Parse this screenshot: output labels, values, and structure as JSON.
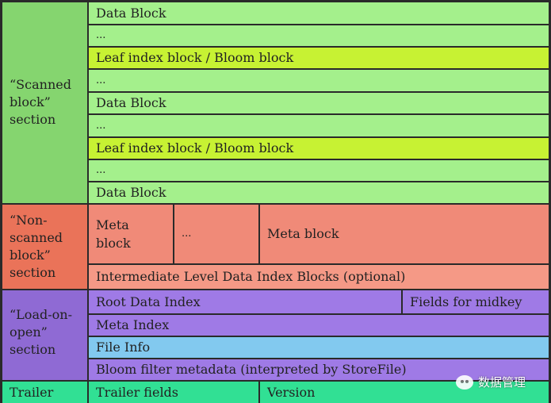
{
  "sections": {
    "scanned_label": "“Scanned\nblock”\nsection",
    "nonscanned_label": "“Non-\nscanned\nblock”\nsection",
    "loadonopen_label": "“Load-on-\nopen”\nsection",
    "trailer_label": "Trailer"
  },
  "scanned_rows": [
    "Data Block",
    "...",
    "Leaf index block / Bloom block",
    "...",
    "Data Block",
    "...",
    "Leaf index block / Bloom block",
    "...",
    "Data Block"
  ],
  "nonscanned": {
    "meta_block_1": "Meta\nblock",
    "ellipsis": "...",
    "meta_block_2": "Meta block",
    "intermediate": "Intermediate Level Data Index Blocks (optional)"
  },
  "loadonopen": {
    "root_index": "Root Data Index",
    "midkey": "Fields for midkey",
    "meta_index": "Meta Index",
    "file_info": "File Info",
    "bloom_meta": "Bloom filter metadata (interpreted by StoreFile)"
  },
  "trailer": {
    "fields": "Trailer fields",
    "version": "Version"
  },
  "watermark": "数据管理"
}
